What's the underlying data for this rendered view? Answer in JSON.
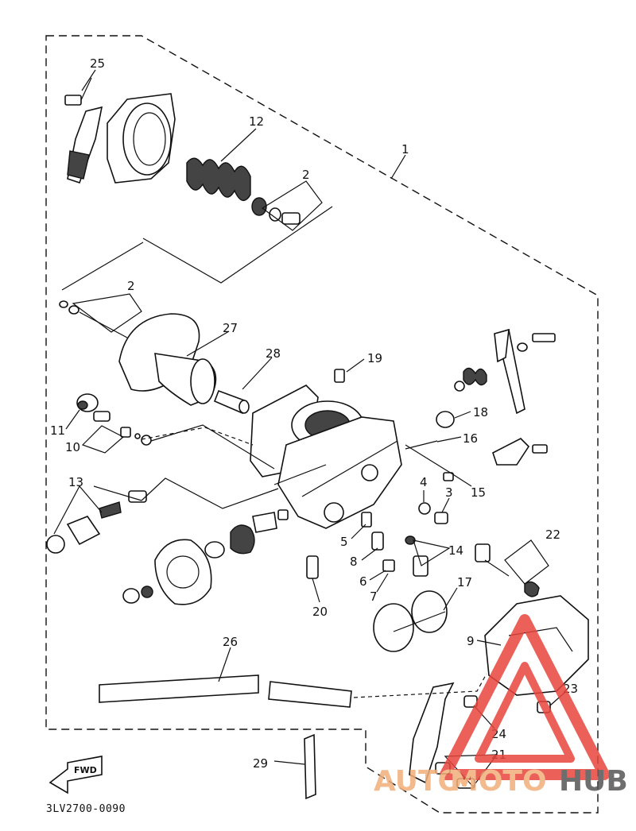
{
  "diagram": {
    "part_code": "3LV2700-0090",
    "fwd_label": "FWD",
    "callouts": [
      "1",
      "2",
      "2",
      "3",
      "4",
      "5",
      "6",
      "7",
      "8",
      "9",
      "10",
      "11",
      "12",
      "13",
      "14",
      "15",
      "16",
      "17",
      "18",
      "19",
      "20",
      "21",
      "22",
      "23",
      "24",
      "25",
      "26",
      "27",
      "28",
      "29"
    ]
  },
  "watermark": {
    "text_auto": "AUTO",
    "text_moto": "MOTO",
    "text_hub": "HUB",
    "color_primary": "#e8453c",
    "color_secondary": "#f2b07a",
    "color_dark": "#555555"
  }
}
